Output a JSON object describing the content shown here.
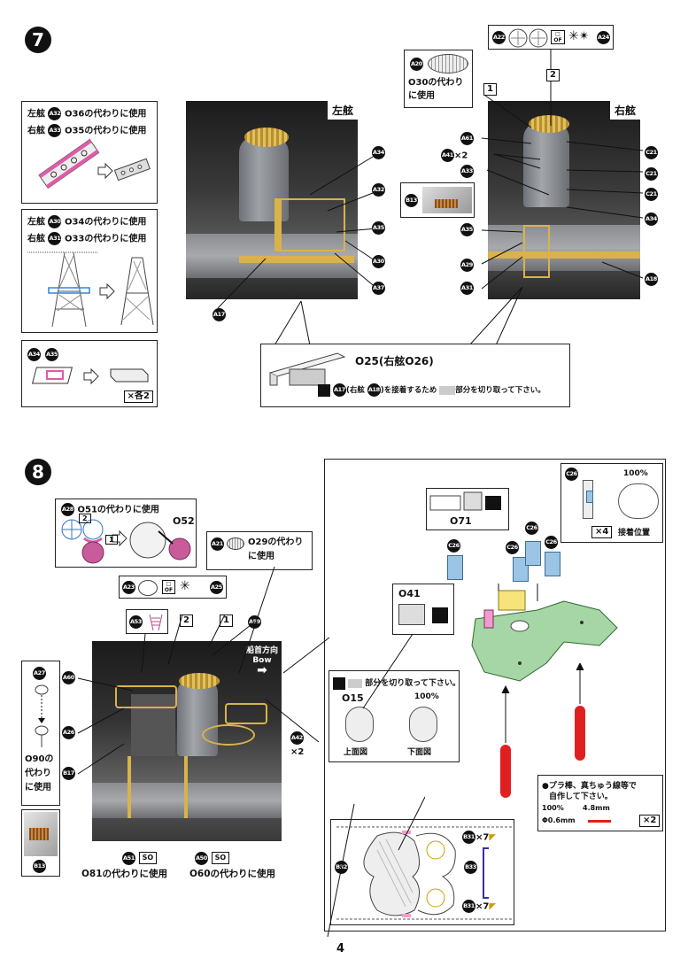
{
  "step7": {
    "number": "7",
    "box_a": {
      "line1": "左舷",
      "line1_part": "A32",
      "line1_text": "O36の代わりに使用",
      "line2": "右舷",
      "line2_part": "A33",
      "line2_text": "O35の代わりに使用"
    },
    "box_b": {
      "line1": "左舷",
      "line1_part": "A30",
      "line1_text": "O34の代わりに使用",
      "line2": "右舷",
      "line2_part": "A31",
      "line2_text": "O33の代わりに使用"
    },
    "box_c": {
      "parts": [
        "A34",
        "A35"
      ],
      "qty": "×各2"
    },
    "photo_left": {
      "label": "左舷",
      "callouts": [
        "A34",
        "A32",
        "A35",
        "A30",
        "A37",
        "A17"
      ]
    },
    "photo_right": {
      "label": "右舷",
      "callouts": [
        "A61",
        "A41",
        "×2",
        "A33",
        "C21",
        "C21",
        "C21",
        "A34",
        "A35",
        "A29",
        "A31",
        "A18",
        "B13"
      ]
    },
    "top_parts": [
      "A22",
      "A24"
    ],
    "top_of_label": "OF",
    "a20": {
      "part": "A20",
      "text1": "O30の代わり",
      "text2": "に使用"
    },
    "step_markers": [
      "1",
      "2"
    ],
    "bottom": {
      "part_text": "O25(右舷O26)",
      "part_a": "A17",
      "mid": "(右舷",
      "part_b": "A18",
      "tail": ")を接着するため",
      "tail2": "部分を切り取って下さい。"
    }
  },
  "step8": {
    "number": "8",
    "a28": {
      "part": "A28",
      "text": "O51の代わりに使用",
      "label": "O52",
      "markers": [
        "2",
        "1"
      ]
    },
    "a21": {
      "part": "A21",
      "text1": "O29の代わり",
      "text2": "に使用"
    },
    "mid_parts": [
      "A23",
      "A25"
    ],
    "of_label": "OF",
    "a53": "A53",
    "markers": [
      "2",
      "1"
    ],
    "photo": {
      "bow1": "船首方向",
      "bow2": "Bow",
      "callouts": [
        "A59",
        "A60",
        "A26",
        "B17",
        "A42",
        "×2"
      ]
    },
    "a27": {
      "part": "A27",
      "text1": "O90の",
      "text2": "代わり",
      "text3": "に使用"
    },
    "b13": "B13",
    "bottom_left": {
      "part": "A51",
      "so": "SO",
      "text": "O81の代わりに使用"
    },
    "bottom_right": {
      "part": "A50",
      "so": "SO",
      "text": "O60の代わりに使用"
    },
    "o71": "O71",
    "o41": "O41",
    "c26_box": {
      "part": "C26",
      "qty": "×4",
      "pct": "100%",
      "text": "接着位置"
    },
    "c26_labels": [
      "C26",
      "C26",
      "C26",
      "C26"
    ],
    "cut": {
      "text": "部分を切り取って下さい。",
      "label1": "O15",
      "pct": "100%",
      "top": "上面図",
      "bottom": "下面図"
    },
    "rod": {
      "text1": "●プラ棒、真ちゅう線等で",
      "text2": "自作して下さい。",
      "pct": "100%",
      "len": "4.8mm",
      "dia": "Φ0.6mm",
      "qty": "×2"
    },
    "etch": {
      "b32": "B32",
      "b31a": "B31",
      "qty_a": "×7",
      "b33": "B33",
      "b31b": "B31",
      "qty_b": "×7"
    }
  },
  "page_number": "4"
}
